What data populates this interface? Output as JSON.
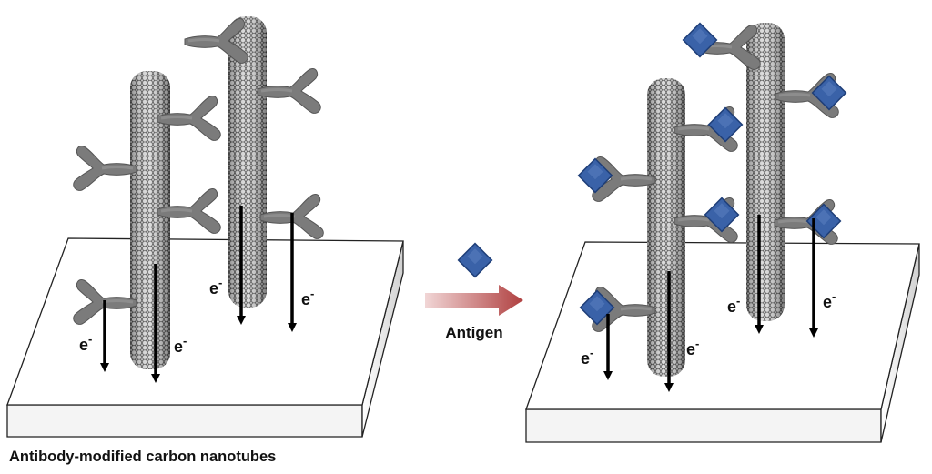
{
  "caption": "Antibody-modified carbon nanotubes",
  "arrow_label": "Antigen",
  "electron_label": "e",
  "electron_sup": "-",
  "colors": {
    "antigen": "#3a62a8",
    "antigen_edge": "#1e3e78",
    "antibody": "#7a7a7a",
    "nanotube": "#8a8a8a",
    "plate_edge": "#222222",
    "arrow_start": "#f1d6d6",
    "arrow_end": "#b04040"
  }
}
